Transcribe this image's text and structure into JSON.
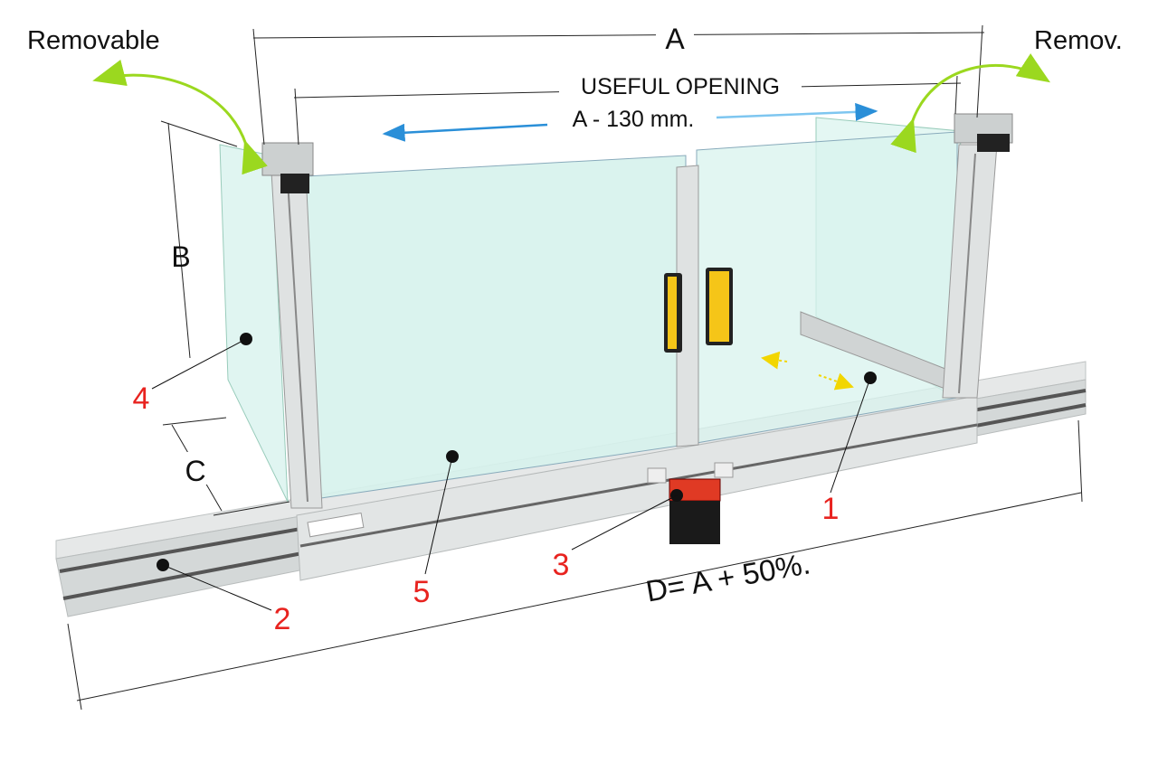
{
  "labels": {
    "removable_left": "Removable",
    "removable_right": "Remov.",
    "dim_a": "A",
    "useful_opening": "USEFUL  OPENING",
    "useful_opening_value": "A - 130 mm.",
    "dim_b": "B",
    "dim_c": "C",
    "dim_d": "D= A + 50%."
  },
  "callouts": [
    "1",
    "2",
    "3",
    "4",
    "5"
  ],
  "colors": {
    "callout": "#e8231f",
    "green_arrow": "#9bd81f",
    "blue_arrow": "#2a8fd8",
    "glass": "#d8f3ee",
    "aluminium": "#d9dcdc",
    "handle_yellow": "#f5c518",
    "switch_red": "#e03a24"
  }
}
